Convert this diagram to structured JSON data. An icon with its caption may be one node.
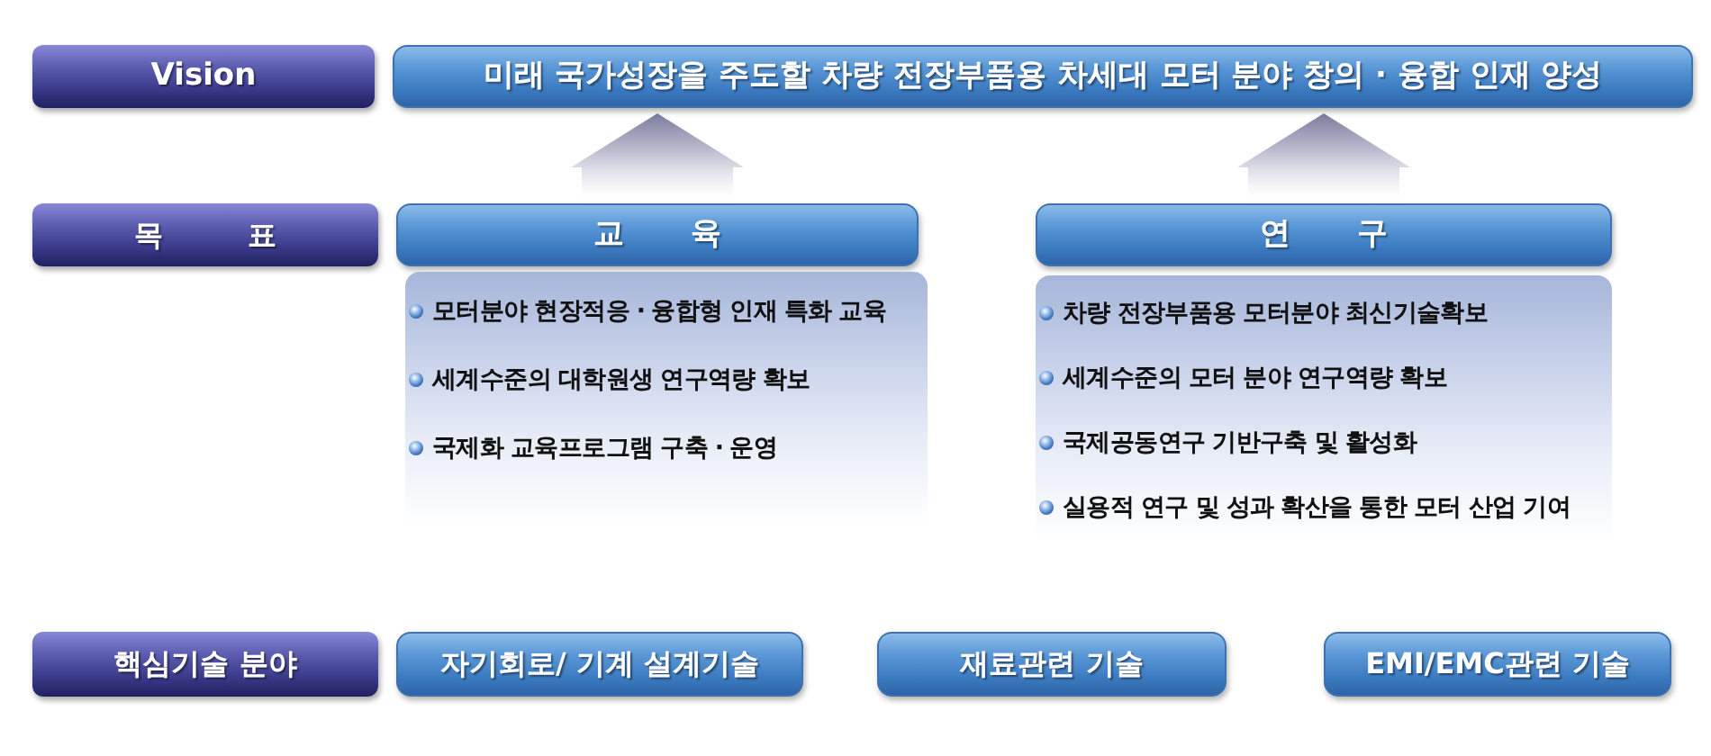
{
  "diagram": {
    "nodes": [
      {
        "text": [
          "Vision"
        ]
      },
      {
        "text": [
          "미래 국가성장을 주도할 차량 전장부품용 차세대 모터 분야 창의 · 융합 인재 양성"
        ]
      },
      {
        "text": [
          "목 표"
        ]
      },
      {
        "text": [
          "교 육"
        ]
      },
      {
        "text": [
          "모터분야 현장적응 · 융합형 인재 특화 교육",
          "세계수준의 대학원생 연구역량 확보",
          "국제화 교육프로그램 구축 · 운영"
        ]
      },
      {
        "text": [
          "연 구"
        ]
      },
      {
        "text": [
          "차량 전장부품용 모터분야 최신기술확보",
          "세계수준의 모터 분야 연구역량 확보",
          "국제공동연구 기반구축 및 활성화",
          "실용적 연구 및 성과 확산을 통한 모터 산업 기여"
        ]
      },
      {
        "text": [
          "핵심기술 분야"
        ]
      },
      {
        "text": [
          "자기회로/ 기계 설계기술"
        ]
      },
      {
        "text": [
          "재료관련 기술"
        ]
      },
      {
        "text": [
          "EMI/EMC관련 기술"
        ]
      }
    ],
    "edges": [
      {
        "from": 3,
        "to": 1,
        "arrow": "to"
      },
      {
        "from": 5,
        "to": 1,
        "arrow": "to"
      }
    ]
  }
}
